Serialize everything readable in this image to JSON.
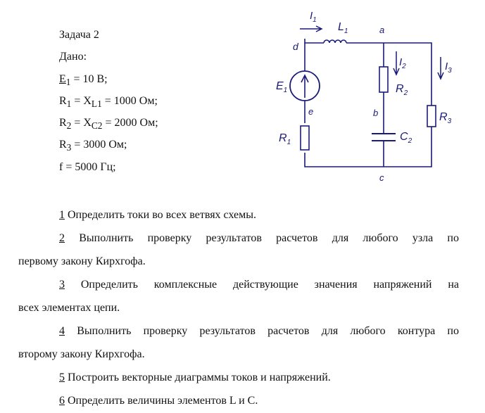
{
  "task_title": "Задача 2",
  "given_label": "Дано:",
  "given": {
    "e1": {
      "sym": "E",
      "sub": "1",
      "rest": " = 10 В;"
    },
    "r1": {
      "a": "R",
      "a_sub": "1",
      "mid": " = X",
      "b_sub": "L1",
      "rest": " = 1000 Ом;"
    },
    "r2": {
      "a": "R",
      "a_sub": "2",
      "mid": " = X",
      "b_sub": "C2",
      "rest": " = 2000 Ом;"
    },
    "r3": {
      "a": "R",
      "a_sub": "3",
      "rest": " = 3000 Ом;"
    },
    "f": "f = 5000 Гц;"
  },
  "circuit_labels": {
    "i1": "I",
    "i1_sub": "1",
    "l1": "L",
    "l1_sub": "1",
    "node_a": "a",
    "node_b": "b",
    "node_c": "c",
    "node_d": "d",
    "node_e": "e",
    "e1": "E",
    "e1_sub": "1",
    "r1": "R",
    "r1_sub": "1",
    "i2": "I",
    "i2_sub": "2",
    "r2": "R",
    "r2_sub": "2",
    "c2": "C",
    "c2_sub": "2",
    "i3": "I",
    "i3_sub": "3",
    "r3": "R",
    "r3_sub": "3"
  },
  "tasks": [
    {
      "num": "1",
      "text": " Определить токи во всех ветвях схемы."
    },
    {
      "num": "2",
      "line1": " Выполнить проверку результатов расчетов для любого узла по",
      "line2": "первому закону Кирхгофа."
    },
    {
      "num": "3",
      "line1": " Определить комплексные действующие значения напряжений на",
      "line2": "всех элементах цепи."
    },
    {
      "num": "4",
      "line1": " Выполнить проверку результатов расчетов для любого контура по",
      "line2": "второму закону Кирхгофа."
    },
    {
      "num": "5",
      "text": " Построить векторные диаграммы токов и напряжений."
    },
    {
      "num": "6",
      "text": " Определить величины элементов L и C."
    }
  ],
  "colors": {
    "circuit": "#1a1a7a",
    "text": "#111111"
  }
}
